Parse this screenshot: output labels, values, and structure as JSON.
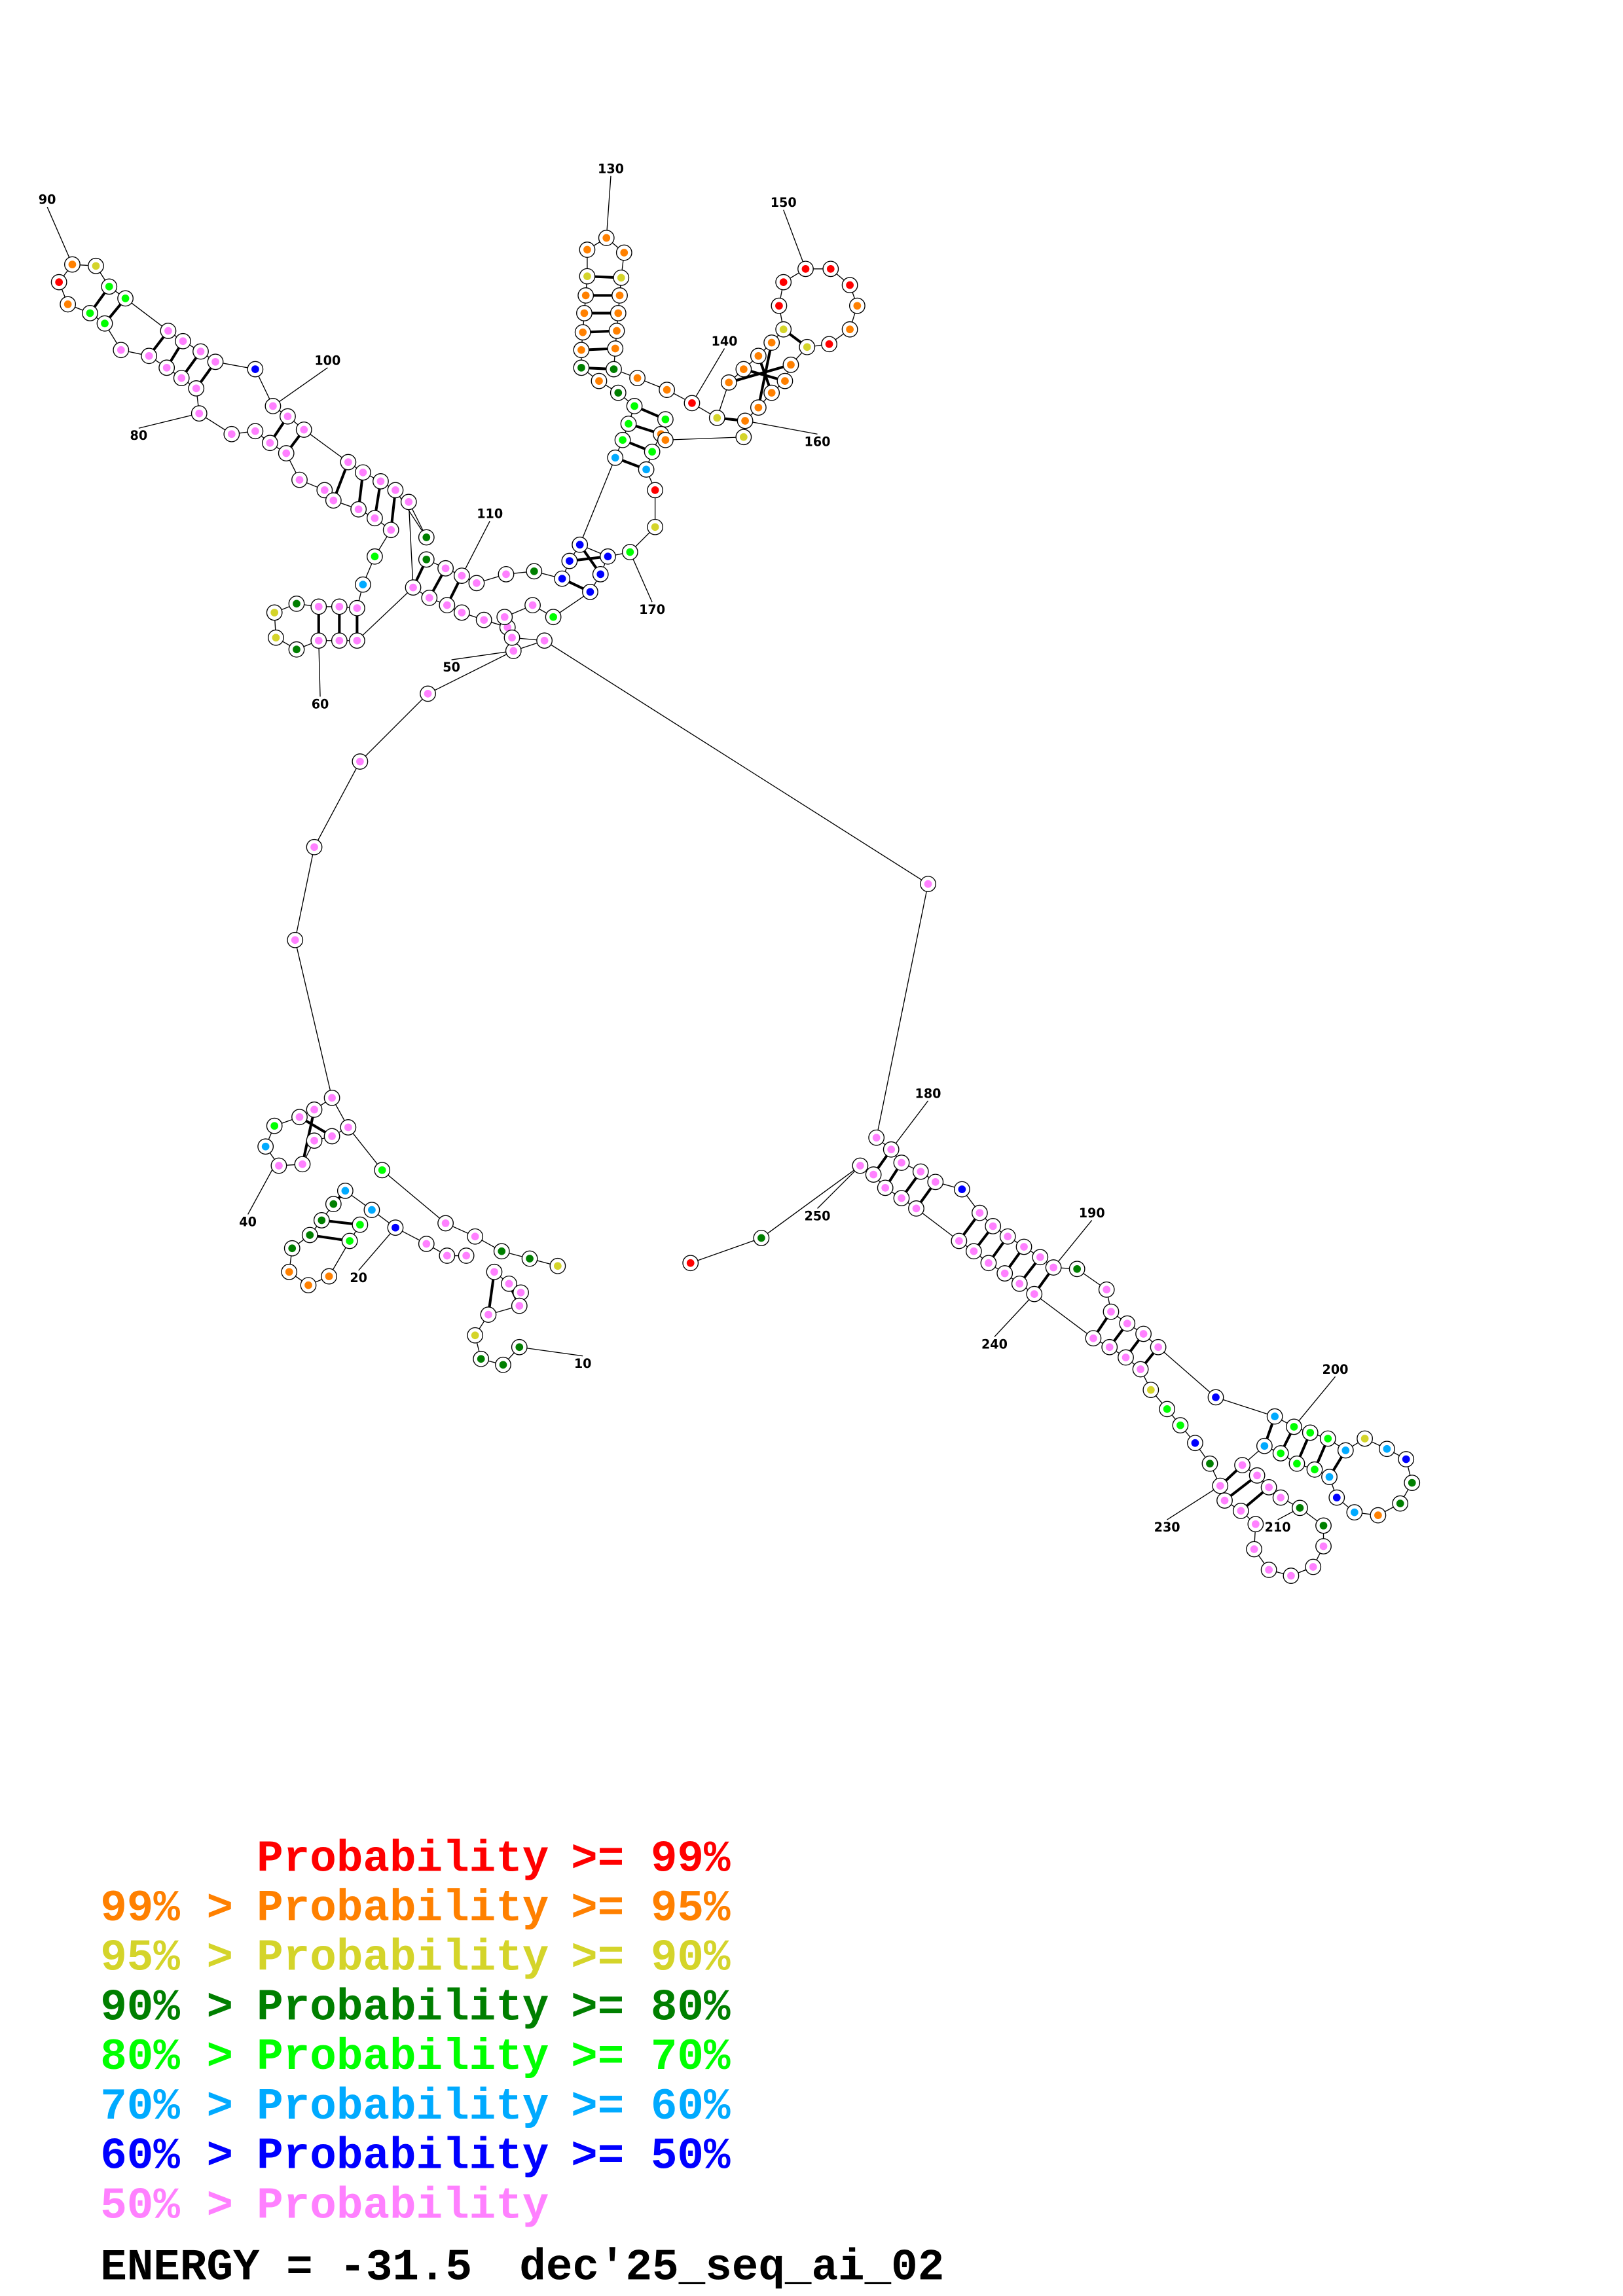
{
  "colors": {
    "r": "#ff0000",
    "o": "#ff8000",
    "y": "#d4d42a",
    "d": "#007f00",
    "g": "#00ff00",
    "c": "#00aaff",
    "b": "#0000ff",
    "p": "#ff80ff"
  },
  "position_labels": [
    "10",
    "20",
    "40",
    "50",
    "60",
    "80",
    "90",
    "100",
    "110",
    "130",
    "140",
    "150",
    "160",
    "170",
    "180",
    "190",
    "200",
    "210",
    "230",
    "240",
    "250"
  ],
  "legend": [
    {
      "prefix": "",
      "text": "Probability",
      "suffix": ">= 99%",
      "color": "#ff0000"
    },
    {
      "prefix": "99% >",
      "text": "Probability",
      "suffix": ">= 95%",
      "color": "#ff8000"
    },
    {
      "prefix": "95% >",
      "text": "Probability",
      "suffix": ">= 90%",
      "color": "#d4d42a"
    },
    {
      "prefix": "90% >",
      "text": "Probability",
      "suffix": ">= 80%",
      "color": "#007f00"
    },
    {
      "prefix": "80% >",
      "text": "Probability",
      "suffix": ">= 70%",
      "color": "#00ff00"
    },
    {
      "prefix": "70% >",
      "text": "Probability",
      "suffix": ">= 60%",
      "color": "#00aaff"
    },
    {
      "prefix": "60% >",
      "text": "Probability",
      "suffix": ">= 50%",
      "color": "#0000ff"
    },
    {
      "prefix": "50% >",
      "text": "Probability",
      "suffix": "",
      "color": "#ff80ff"
    }
  ],
  "footer": {
    "energy": "ENERGY = -31.5",
    "sequence_name": "dec'25_seq_ai_02"
  }
}
